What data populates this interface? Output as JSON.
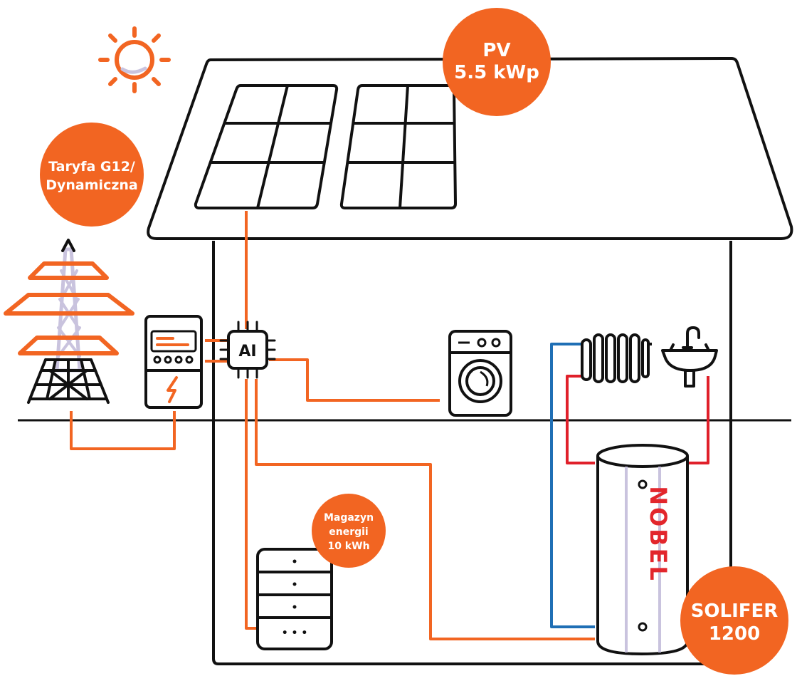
{
  "colors": {
    "accent": "#f26522",
    "outline": "#111111",
    "cold_pipe": "#1f6fb5",
    "hot_pipe": "#e0202a",
    "lattice": "#c9c3de"
  },
  "labels": {
    "pv": [
      "PV",
      "5.5 kWp"
    ],
    "tariff": [
      "Taryfa G12/",
      "Dynamiczna"
    ],
    "storage": [
      "Magazyn",
      "energii",
      "10 kWh"
    ],
    "tank": [
      "SOLIFER",
      "1200"
    ],
    "ai_chip": "AI",
    "tank_logo": "NOBEL",
    "battery_dots": "• • •"
  },
  "icons": {
    "sun": "sun-icon",
    "pylon": "power-pylon-icon",
    "meter": "electric-meter-icon",
    "ai": "ai-chip-icon",
    "washer": "washing-machine-icon",
    "radiator": "radiator-icon",
    "sink": "sink-icon",
    "battery": "battery-storage-icon",
    "tank": "water-tank-icon"
  }
}
